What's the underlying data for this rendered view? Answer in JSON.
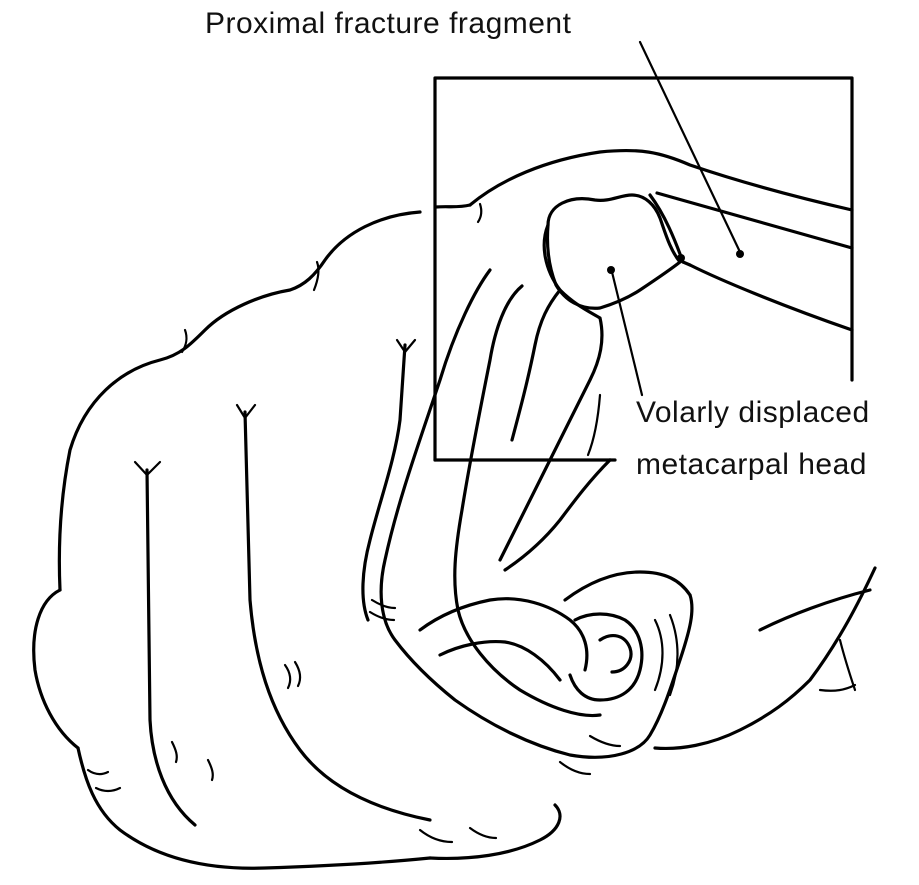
{
  "labels": {
    "proximal_fragment": "Proximal fracture fragment",
    "metacarpal_head_line1": "Volarly displaced",
    "metacarpal_head_line2": "metacarpal head"
  },
  "colors": {
    "line": "#000000",
    "background": "#ffffff"
  }
}
